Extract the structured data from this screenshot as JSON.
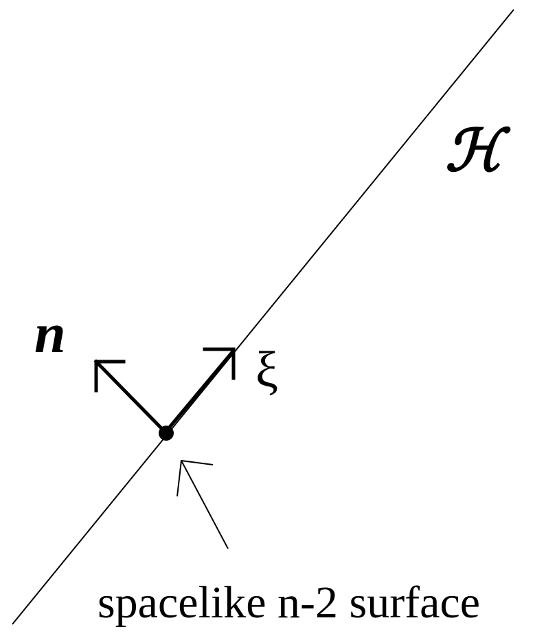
{
  "diagram": {
    "labels": {
      "horizon": "ℋ",
      "normal": "n",
      "killing": "ξ",
      "surface": "spacelike n-2 surface"
    },
    "colors": {
      "ink": "#000000",
      "background": "#ffffff"
    }
  }
}
